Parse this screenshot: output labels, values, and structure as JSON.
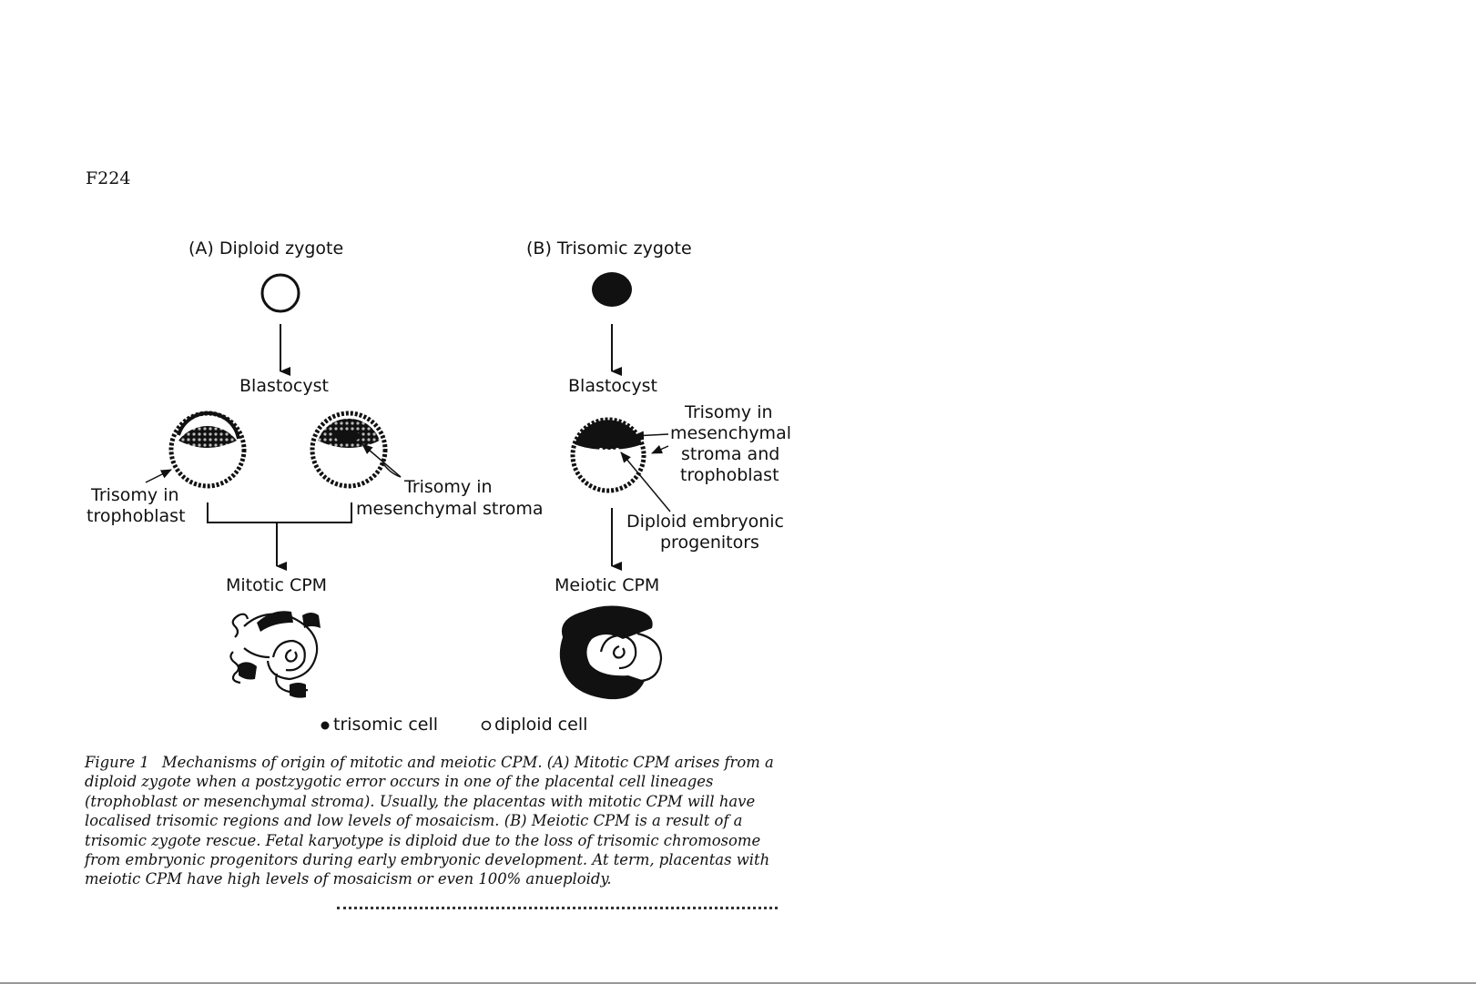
{
  "page_id": "F224",
  "panel_a": {
    "title": "(A) Diploid zygote",
    "stage": "Blastocyst",
    "left_note_line1": "Trisomy in",
    "left_note_line2": "trophoblast",
    "right_note_line1": "Trisomy in",
    "right_note_line2": "mesenchymal stroma",
    "outcome": "Mitotic CPM"
  },
  "panel_b": {
    "title": "(B) Trisomic zygote",
    "stage": "Blastocyst",
    "note_line1": "Trisomy in",
    "note_line2": "mesenchymal",
    "note_line3": "stroma and",
    "note_line4": "trophoblast",
    "note2_line1": "Diploid embryonic",
    "note2_line2": "progenitors",
    "outcome": "Meiotic CPM"
  },
  "legend": {
    "trisomic": "trisomic cell",
    "diploid": "diploid cell"
  },
  "caption": {
    "figure_label": "Figure 1",
    "text": "Mechanisms of origin of mitotic and meiotic CPM. (A) Mitotic CPM arises from a diploid zygote when a postzygotic error occurs in one of the placental cell lineages (trophoblast or mesenchymal stroma). Usually, the placentas with mitotic CPM will have localised trisomic regions and low levels of mosaicism. (B) Meiotic CPM is a result of a trisomic zygote rescue. Fetal karyotype is diploid due to the loss of trisomic chromosome from embryonic progenitors during early embryonic development. At term, placentas with meiotic CPM have high levels of mosaicism or even 100% anueploidy."
  }
}
